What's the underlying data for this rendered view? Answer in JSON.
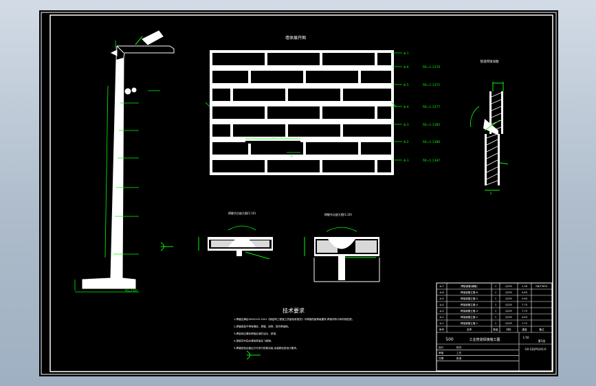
{
  "drawing": {
    "wall_title": "墙体展开图",
    "pipe_detail_title": "管道焊接详图",
    "weld_detail_a_title": "焊缝节点放大图(1:10)",
    "weld_detail_b_title": "焊缝节点放大图(1:20)",
    "tech_req_title": "技术要求",
    "tech_requirements": [
      "1.焊缝应满足GB50205-2001《钢结构工程施工质量验收规范》中焊缝质量等级要求,焊接材料与母材相匹配。",
      "2.焊缝表面不得有裂纹、焊瘤、烧穿、弧坑等缺陷。",
      "3.焊接前应清除焊接区域的油污、铁锈。",
      "4.焊接完毕后应清除焊渣及飞溅物。",
      "5.焊缝检验合格后方可进行防腐涂装,涂装颜色按设计要求。"
    ],
    "course_labels": [
      {
        "id": "Δ-1",
        "spec": ""
      },
      {
        "id": "Δ-6",
        "spec": "δ0=1:1370"
      },
      {
        "id": "Δ-5",
        "spec": "δ0=1:1371"
      },
      {
        "id": "Δ-4",
        "spec": "δ0=1:1377"
      },
      {
        "id": "Δ-3",
        "spec": "δ0=1:1385"
      },
      {
        "id": "Δ-2",
        "spec": "δ0=1:1386"
      },
      {
        "id": "Δ-1",
        "spec": "δ0=1:1387"
      }
    ],
    "column_label": "δ0=1365",
    "dim_l": "L",
    "dim_a": "a",
    "dim_b": "b"
  },
  "title_block": {
    "parts": [
      {
        "no": "Δ-7",
        "name": "焊接钢管(横管)",
        "qty": "1",
        "mat": "Q235",
        "w": "1.28",
        "note": "GB/T3091"
      },
      {
        "no": "Δ-6",
        "name": "焊接钢管立管-6",
        "qty": "1",
        "mat": "Q235",
        "w": "4.63",
        "note": ""
      },
      {
        "no": "Δ-5",
        "name": "焊接钢管立管-5",
        "qty": "1",
        "mat": "Q235",
        "w": "3.63",
        "note": ""
      },
      {
        "no": "Δ-4",
        "name": "焊接钢管立管-4",
        "qty": "1",
        "mat": "Q235",
        "w": "7.75",
        "note": ""
      },
      {
        "no": "Δ-3",
        "name": "焊接钢管立管-3",
        "qty": "1",
        "mat": "Q235",
        "w": "7.75",
        "note": ""
      },
      {
        "no": "Δ-2",
        "name": "焊接钢管立管-2",
        "qty": "1",
        "mat": "Q235",
        "w": "4.63",
        "note": ""
      },
      {
        "no": "Δ-1",
        "name": "焊接钢管立管-1",
        "qty": "1",
        "mat": "Q235",
        "w": "1.72",
        "note": ""
      },
      {
        "no": "序号",
        "name": "名称",
        "qty": "数量",
        "mat": "材料",
        "w": "重量",
        "note": "备注"
      }
    ],
    "project": "500",
    "drawing_name": "工业管道焊接施工图",
    "scale": "1:50",
    "sheet": "第1张",
    "drawing_no": "GX-GD(PG)03-0",
    "labels": [
      "设计",
      "审核",
      "日期",
      "校对",
      "工艺",
      "批准"
    ]
  }
}
